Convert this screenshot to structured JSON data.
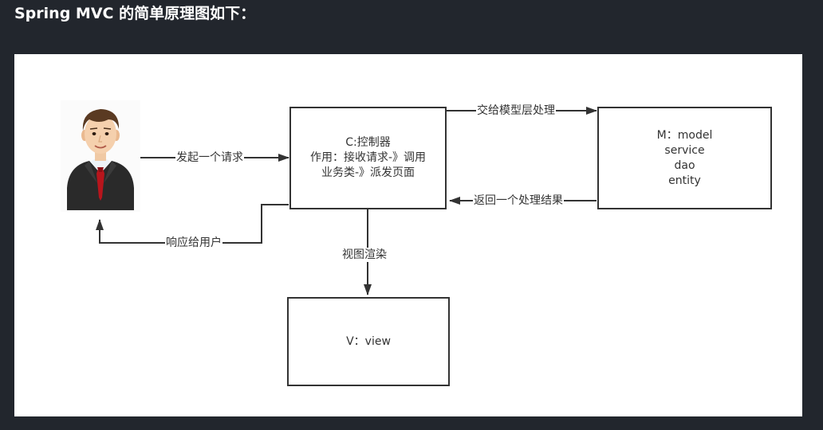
{
  "header": {
    "title": "Spring MVC 的简单原理图如下："
  },
  "diagram": {
    "controller": {
      "lines": [
        "C:控制器",
        "作用：接收请求-》调用",
        "业务类-》派发页面"
      ]
    },
    "model": {
      "lines": [
        "M：model",
        "service",
        "dao",
        "entity"
      ]
    },
    "view": {
      "lines": [
        "V：view"
      ]
    },
    "edges": {
      "send_request": "发起一个请求",
      "to_model": "交给模型层处理",
      "return_result": "返回一个处理结果",
      "respond_user": "响应给用户",
      "render_view": "视图渲染"
    },
    "colors": {
      "stroke": "#333333",
      "page_bg": "#22262d",
      "canvas_bg": "#ffffff",
      "tie": "#b8151c",
      "suit": "#2a2a2a"
    }
  }
}
